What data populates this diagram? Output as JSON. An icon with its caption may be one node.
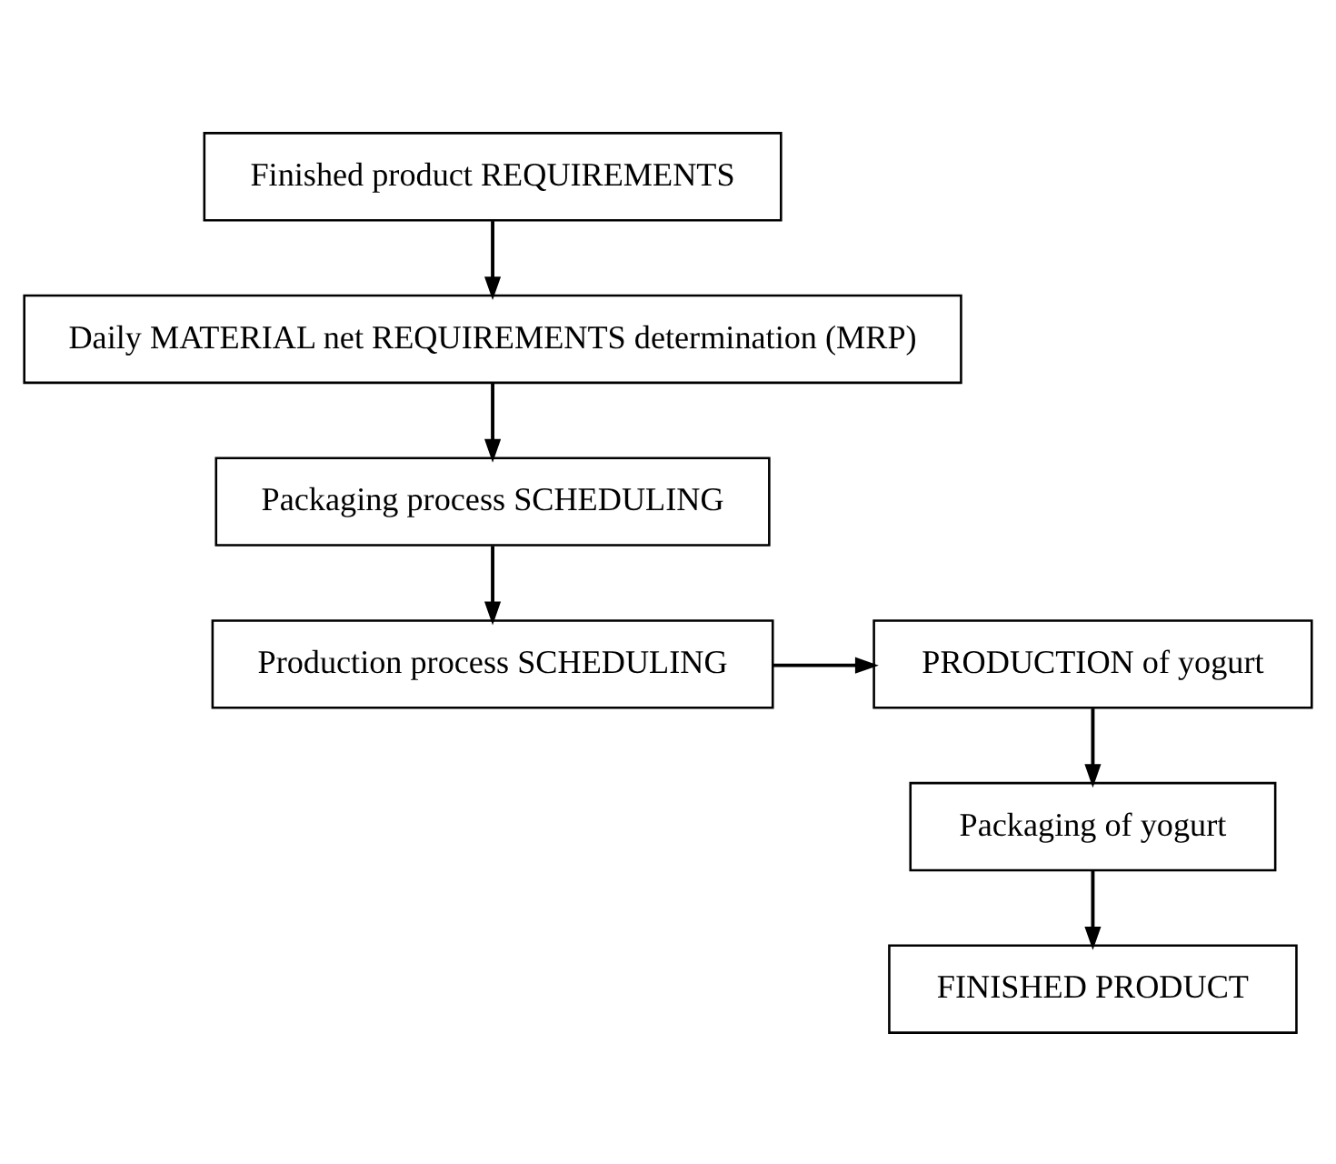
{
  "diagram": {
    "nodes": [
      {
        "text": [
          "Finished product REQUIREMENTS"
        ]
      },
      {
        "text": [
          "Daily MATERIAL net REQUIREMENTS determination (MRP)"
        ]
      },
      {
        "text": [
          "Packaging process SCHEDULING"
        ]
      },
      {
        "text": [
          "Production process SCHEDULING"
        ]
      },
      {
        "text": [
          "PRODUCTION of yogurt"
        ]
      },
      {
        "text": [
          "Packaging of yogurt"
        ]
      },
      {
        "text": [
          "FINISHED PRODUCT"
        ]
      }
    ],
    "edges": [
      {
        "from": 0,
        "to": 1,
        "arrow": "to"
      },
      {
        "from": 1,
        "to": 2,
        "arrow": "to"
      },
      {
        "from": 2,
        "to": 3,
        "arrow": "to"
      },
      {
        "from": 3,
        "to": 4,
        "arrow": "to"
      },
      {
        "from": 4,
        "to": 5,
        "arrow": "to"
      },
      {
        "from": 5,
        "to": 6,
        "arrow": "to"
      }
    ]
  }
}
